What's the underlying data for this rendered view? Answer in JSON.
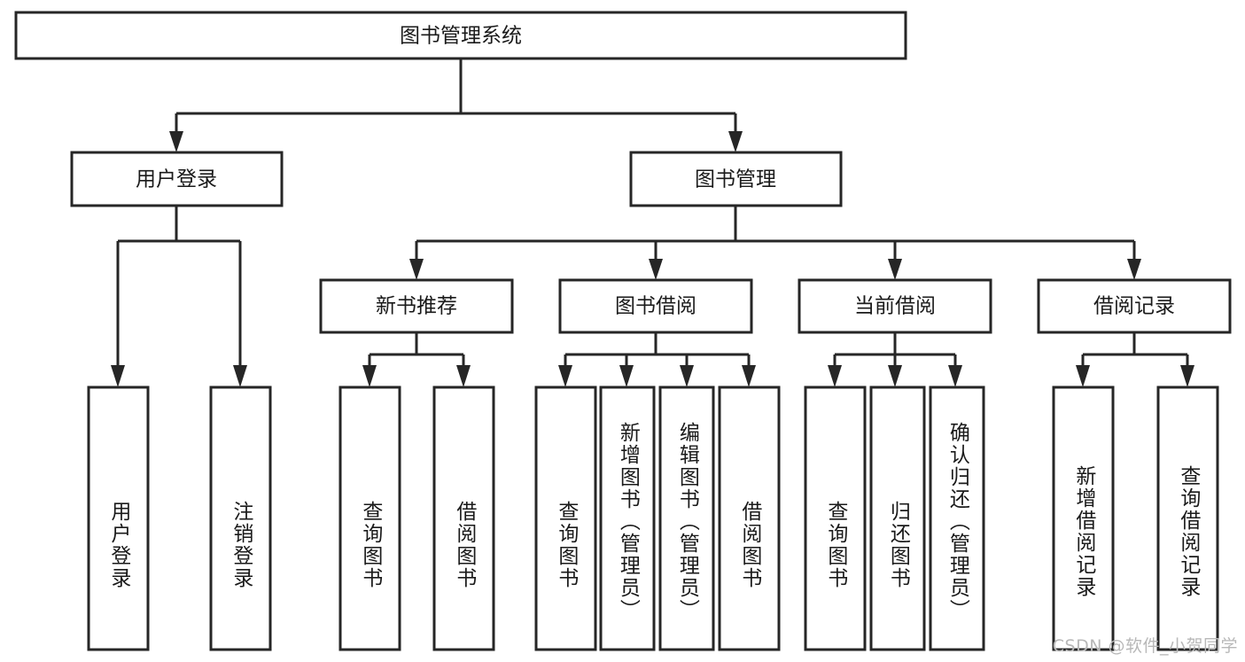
{
  "diagram": {
    "title": "图书管理系统",
    "type": "tree-hierarchy-chart",
    "watermark": "CSDN @软件_小贺同学",
    "colors": {
      "background": "#ffffff",
      "box_fill": "#ffffff",
      "box_stroke": "#262626",
      "text": "#1a1a1a",
      "watermark": "#b8b8b8"
    },
    "root": {
      "label": "图书管理系统"
    },
    "level2": [
      {
        "label": "用户登录"
      },
      {
        "label": "图书管理"
      }
    ],
    "level3": [
      {
        "label": "新书推荐"
      },
      {
        "label": "图书借阅"
      },
      {
        "label": "当前借阅"
      },
      {
        "label": "借阅记录"
      }
    ],
    "leaves": {
      "user_login": [
        {
          "label": "用户登录"
        },
        {
          "label": "注销登录"
        }
      ],
      "new_book_recommend": [
        {
          "label": "查询图书"
        },
        {
          "label": "借阅图书"
        }
      ],
      "book_borrow": [
        {
          "label": "查询图书"
        },
        {
          "label": "新增图书（管理员）"
        },
        {
          "label": "编辑图书（管理员）"
        },
        {
          "label": "借阅图书"
        }
      ],
      "current_borrow": [
        {
          "label": "查询图书"
        },
        {
          "label": "归还图书"
        },
        {
          "label": "确认归还（管理员）"
        }
      ],
      "borrow_record": [
        {
          "label": "新增借阅记录"
        },
        {
          "label": "查询借阅记录"
        }
      ]
    }
  }
}
